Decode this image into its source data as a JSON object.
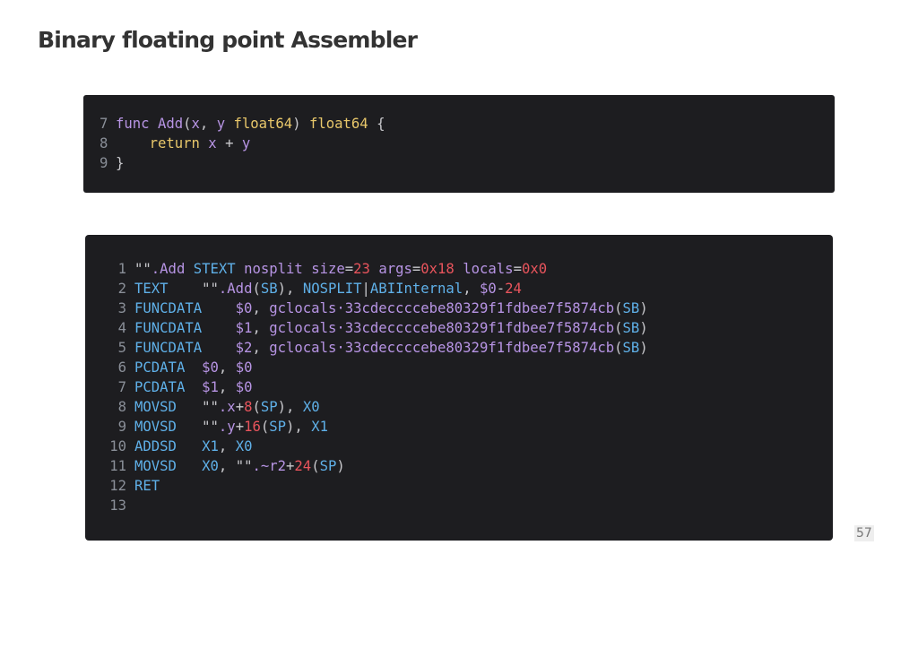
{
  "slide": {
    "title": "Binary floating point Assembler",
    "page_number": "57"
  },
  "go_code": {
    "language": "go",
    "lines": [
      {
        "n": "7",
        "tokens": [
          {
            "t": "func",
            "c": "purple"
          },
          {
            "t": " ",
            "c": "op"
          },
          {
            "t": "Add",
            "c": "purple"
          },
          {
            "t": "(",
            "c": "op"
          },
          {
            "t": "x",
            "c": "purple"
          },
          {
            "t": ", ",
            "c": "op"
          },
          {
            "t": "y",
            "c": "purple"
          },
          {
            "t": " ",
            "c": "op"
          },
          {
            "t": "float64",
            "c": "yellow"
          },
          {
            "t": ") ",
            "c": "op"
          },
          {
            "t": "float64",
            "c": "yellow"
          },
          {
            "t": " {",
            "c": "op"
          }
        ]
      },
      {
        "n": "8",
        "tokens": [
          {
            "t": "    ",
            "c": "op"
          },
          {
            "t": "return",
            "c": "yellow"
          },
          {
            "t": " ",
            "c": "op"
          },
          {
            "t": "x",
            "c": "purple"
          },
          {
            "t": " + ",
            "c": "op"
          },
          {
            "t": "y",
            "c": "purple"
          }
        ]
      },
      {
        "n": "9",
        "tokens": [
          {
            "t": "}",
            "c": "op"
          }
        ]
      }
    ]
  },
  "asm_code": {
    "language": "plan9-asm",
    "lines": [
      {
        "n": "1",
        "tokens": [
          {
            "t": "\"\"",
            "c": "op"
          },
          {
            "t": ".Add",
            "c": "purple"
          },
          {
            "t": " ",
            "c": "op"
          },
          {
            "t": "STEXT",
            "c": "blue"
          },
          {
            "t": " ",
            "c": "op"
          },
          {
            "t": "nosplit",
            "c": "purple"
          },
          {
            "t": " ",
            "c": "op"
          },
          {
            "t": "size",
            "c": "purple"
          },
          {
            "t": "=",
            "c": "op"
          },
          {
            "t": "23",
            "c": "red"
          },
          {
            "t": " ",
            "c": "op"
          },
          {
            "t": "args",
            "c": "purple"
          },
          {
            "t": "=",
            "c": "op"
          },
          {
            "t": "0x18",
            "c": "red"
          },
          {
            "t": " ",
            "c": "op"
          },
          {
            "t": "locals",
            "c": "purple"
          },
          {
            "t": "=",
            "c": "op"
          },
          {
            "t": "0x0",
            "c": "red"
          }
        ]
      },
      {
        "n": "2",
        "tokens": [
          {
            "t": "TEXT",
            "c": "blue"
          },
          {
            "t": "    ",
            "c": "op"
          },
          {
            "t": "\"\"",
            "c": "op"
          },
          {
            "t": ".Add",
            "c": "purple"
          },
          {
            "t": "(",
            "c": "op"
          },
          {
            "t": "SB",
            "c": "blue"
          },
          {
            "t": "), ",
            "c": "op"
          },
          {
            "t": "NOSPLIT",
            "c": "blue"
          },
          {
            "t": "|",
            "c": "op"
          },
          {
            "t": "ABIInternal",
            "c": "blue"
          },
          {
            "t": ", ",
            "c": "op"
          },
          {
            "t": "$0",
            "c": "purple"
          },
          {
            "t": "-",
            "c": "op"
          },
          {
            "t": "24",
            "c": "red"
          }
        ]
      },
      {
        "n": "3",
        "tokens": [
          {
            "t": "FUNCDATA",
            "c": "blue"
          },
          {
            "t": "    ",
            "c": "op"
          },
          {
            "t": "$0",
            "c": "purple"
          },
          {
            "t": ", ",
            "c": "op"
          },
          {
            "t": "gclocals·33cdeccccebe80329f1fdbee7f5874cb",
            "c": "purple"
          },
          {
            "t": "(",
            "c": "op"
          },
          {
            "t": "SB",
            "c": "blue"
          },
          {
            "t": ")",
            "c": "op"
          }
        ]
      },
      {
        "n": "4",
        "tokens": [
          {
            "t": "FUNCDATA",
            "c": "blue"
          },
          {
            "t": "    ",
            "c": "op"
          },
          {
            "t": "$1",
            "c": "purple"
          },
          {
            "t": ", ",
            "c": "op"
          },
          {
            "t": "gclocals·33cdeccccebe80329f1fdbee7f5874cb",
            "c": "purple"
          },
          {
            "t": "(",
            "c": "op"
          },
          {
            "t": "SB",
            "c": "blue"
          },
          {
            "t": ")",
            "c": "op"
          }
        ]
      },
      {
        "n": "5",
        "tokens": [
          {
            "t": "FUNCDATA",
            "c": "blue"
          },
          {
            "t": "    ",
            "c": "op"
          },
          {
            "t": "$2",
            "c": "purple"
          },
          {
            "t": ", ",
            "c": "op"
          },
          {
            "t": "gclocals·33cdeccccebe80329f1fdbee7f5874cb",
            "c": "purple"
          },
          {
            "t": "(",
            "c": "op"
          },
          {
            "t": "SB",
            "c": "blue"
          },
          {
            "t": ")",
            "c": "op"
          }
        ]
      },
      {
        "n": "6",
        "tokens": [
          {
            "t": "PCDATA",
            "c": "blue"
          },
          {
            "t": "  ",
            "c": "op"
          },
          {
            "t": "$0",
            "c": "purple"
          },
          {
            "t": ", ",
            "c": "op"
          },
          {
            "t": "$0",
            "c": "purple"
          }
        ]
      },
      {
        "n": "7",
        "tokens": [
          {
            "t": "PCDATA",
            "c": "blue"
          },
          {
            "t": "  ",
            "c": "op"
          },
          {
            "t": "$1",
            "c": "purple"
          },
          {
            "t": ", ",
            "c": "op"
          },
          {
            "t": "$0",
            "c": "purple"
          }
        ]
      },
      {
        "n": "8",
        "tokens": [
          {
            "t": "MOVSD",
            "c": "blue"
          },
          {
            "t": "   ",
            "c": "op"
          },
          {
            "t": "\"\"",
            "c": "op"
          },
          {
            "t": ".x",
            "c": "purple"
          },
          {
            "t": "+",
            "c": "op"
          },
          {
            "t": "8",
            "c": "red"
          },
          {
            "t": "(",
            "c": "op"
          },
          {
            "t": "SP",
            "c": "blue"
          },
          {
            "t": "), ",
            "c": "op"
          },
          {
            "t": "X0",
            "c": "blue"
          }
        ]
      },
      {
        "n": "9",
        "tokens": [
          {
            "t": "MOVSD",
            "c": "blue"
          },
          {
            "t": "   ",
            "c": "op"
          },
          {
            "t": "\"\"",
            "c": "op"
          },
          {
            "t": ".y",
            "c": "purple"
          },
          {
            "t": "+",
            "c": "op"
          },
          {
            "t": "16",
            "c": "red"
          },
          {
            "t": "(",
            "c": "op"
          },
          {
            "t": "SP",
            "c": "blue"
          },
          {
            "t": "), ",
            "c": "op"
          },
          {
            "t": "X1",
            "c": "blue"
          }
        ]
      },
      {
        "n": "10",
        "tokens": [
          {
            "t": "ADDSD",
            "c": "blue"
          },
          {
            "t": "   ",
            "c": "op"
          },
          {
            "t": "X1",
            "c": "blue"
          },
          {
            "t": ", ",
            "c": "op"
          },
          {
            "t": "X0",
            "c": "blue"
          }
        ]
      },
      {
        "n": "11",
        "tokens": [
          {
            "t": "MOVSD",
            "c": "blue"
          },
          {
            "t": "   ",
            "c": "op"
          },
          {
            "t": "X0",
            "c": "blue"
          },
          {
            "t": ", ",
            "c": "op"
          },
          {
            "t": "\"\"",
            "c": "op"
          },
          {
            "t": ".~r2",
            "c": "purple"
          },
          {
            "t": "+",
            "c": "op"
          },
          {
            "t": "24",
            "c": "red"
          },
          {
            "t": "(",
            "c": "op"
          },
          {
            "t": "SP",
            "c": "blue"
          },
          {
            "t": ")",
            "c": "op"
          }
        ]
      },
      {
        "n": "12",
        "tokens": [
          {
            "t": "RET",
            "c": "blue"
          }
        ]
      },
      {
        "n": "13",
        "tokens": []
      }
    ]
  },
  "colors": {
    "code_background": "#1d1d20",
    "purple": "#b794e4",
    "blue": "#5fb0e8",
    "red": "#e8545c",
    "yellow": "#e8c76a",
    "plain": "#c8c8cc",
    "line_number": "#8a8f98"
  }
}
